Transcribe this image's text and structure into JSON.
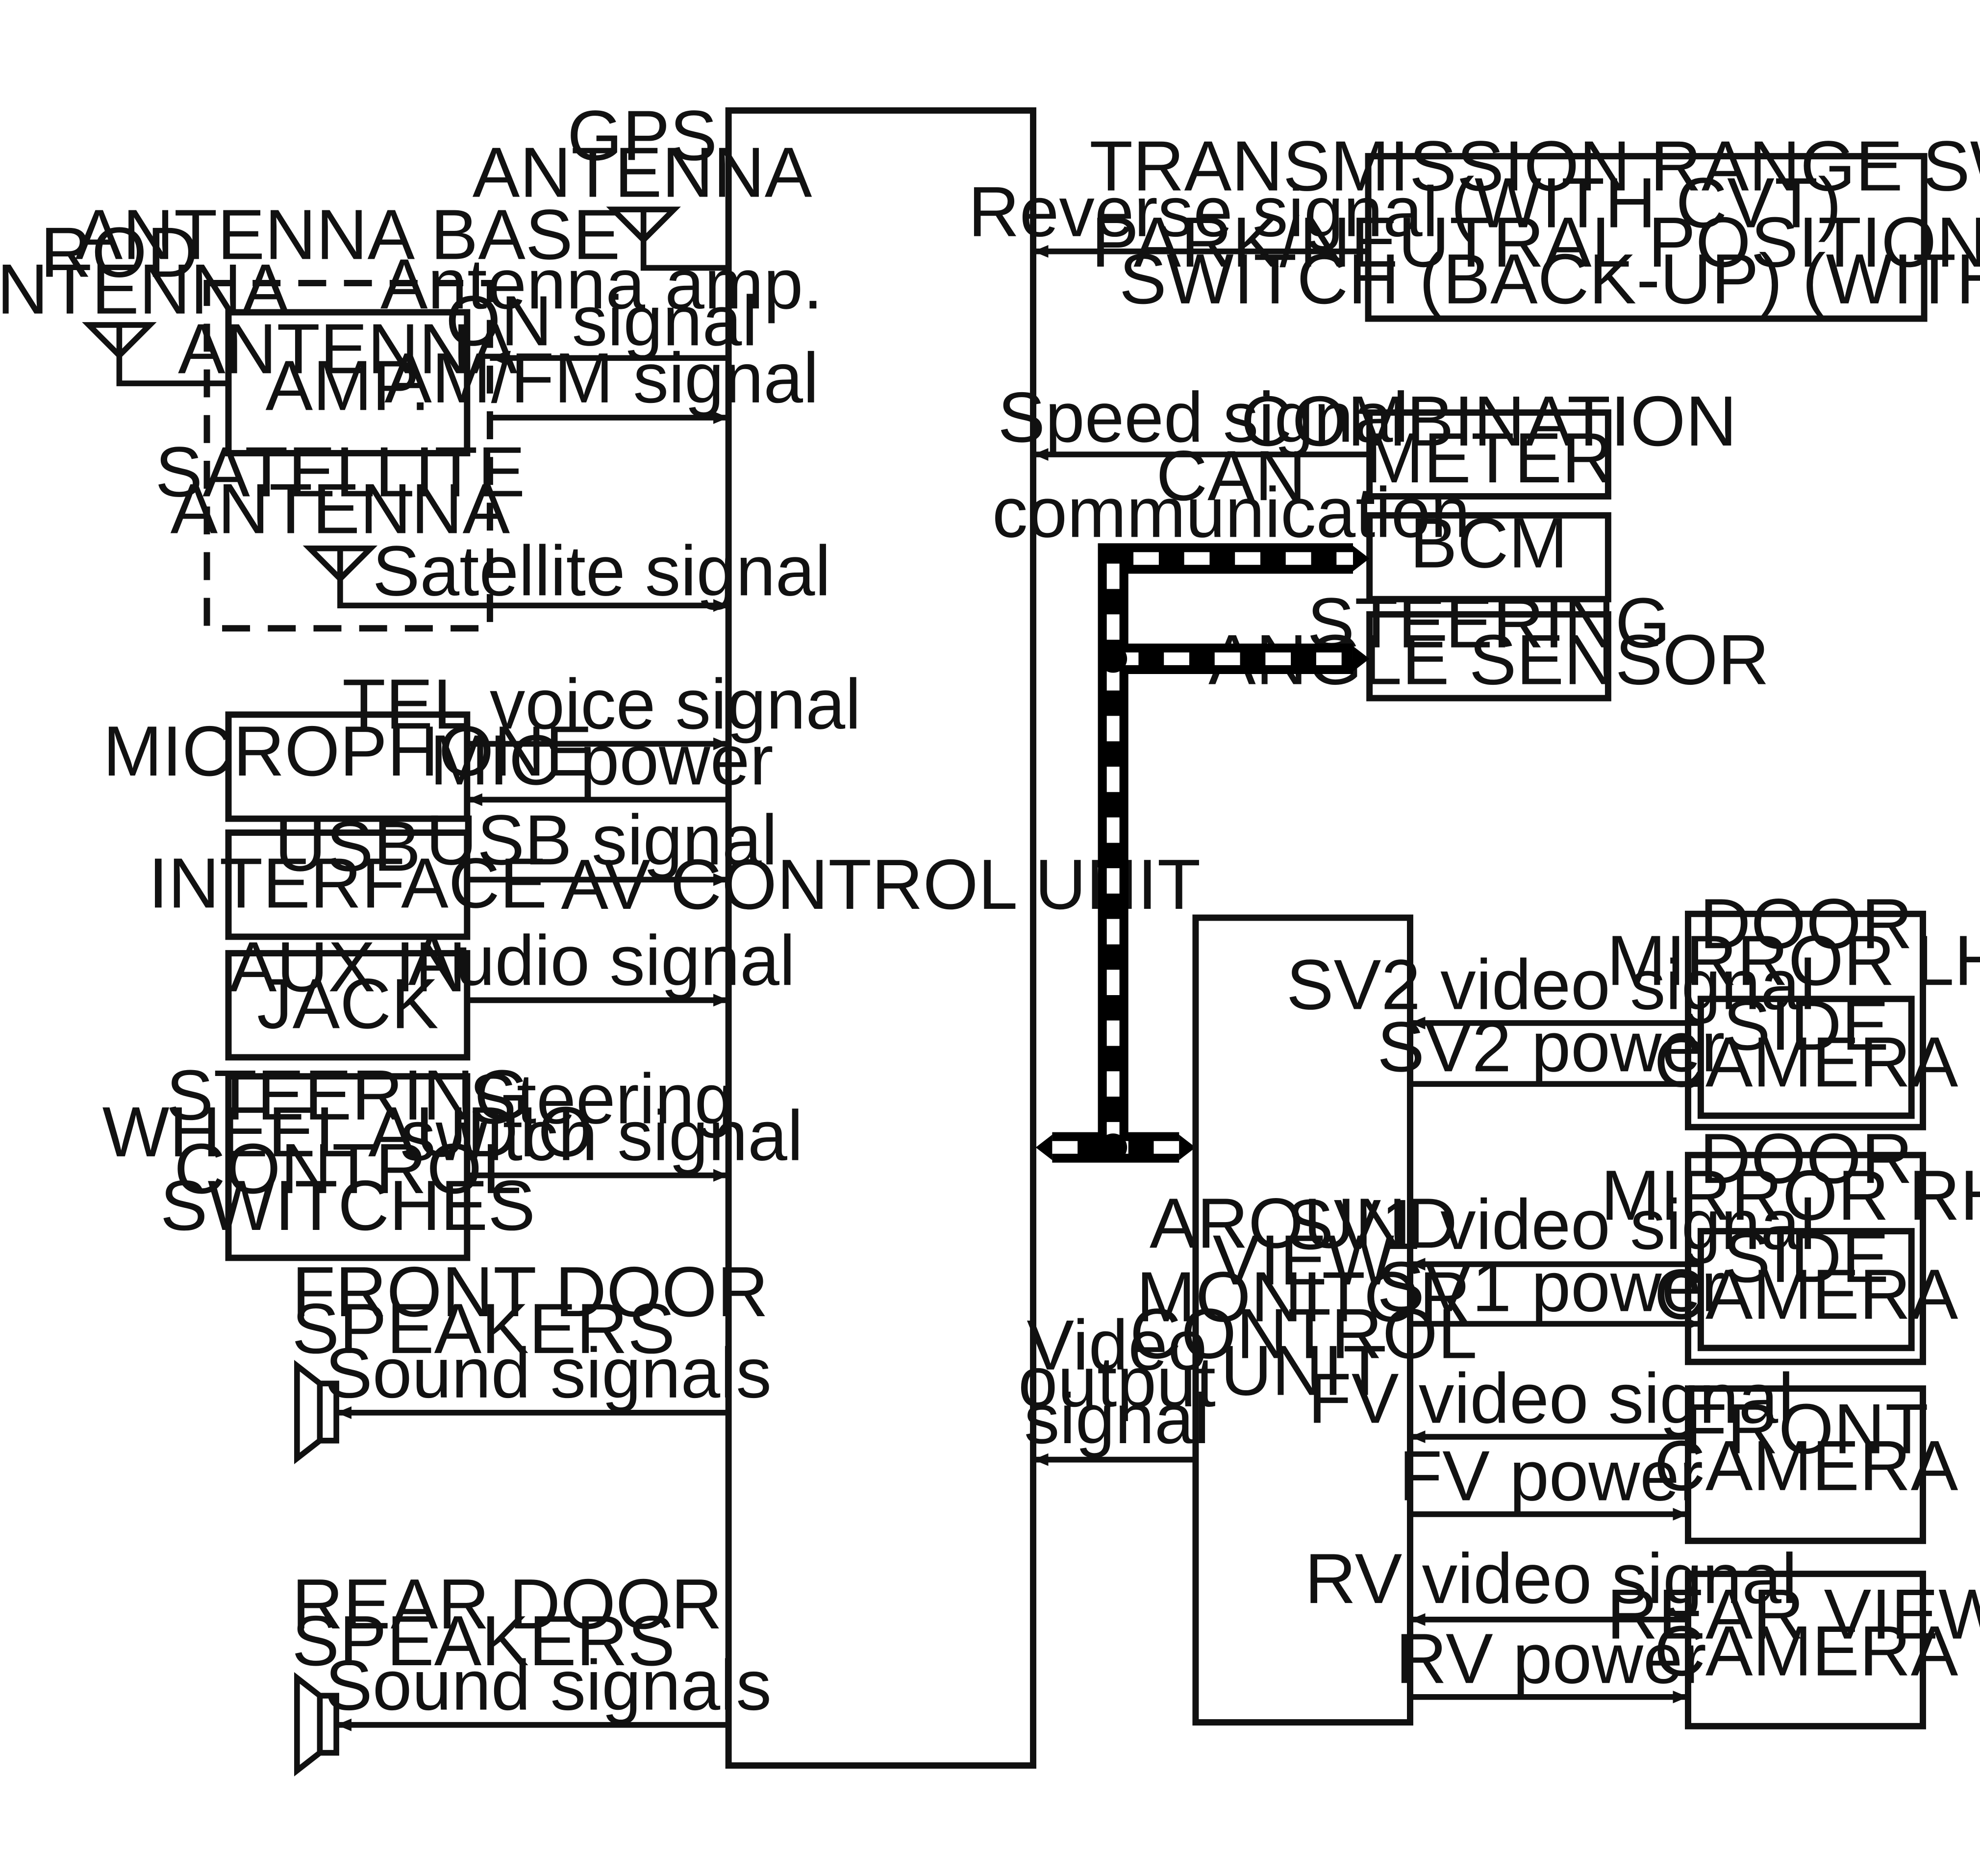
{
  "colors": {
    "line": "#111111",
    "background": "#ffffff"
  },
  "av_control_unit": "AV CONTROL UNIT",
  "gps_antenna": [
    "GPS",
    "ANTENNA"
  ],
  "rod_antenna": [
    "ROD",
    "ANTENNA"
  ],
  "antenna_base": "ANTENNA BASE",
  "antenna_amp": [
    "ANTENNA",
    "AMP."
  ],
  "satellite_antenna": [
    "SATELLITE",
    "ANTENNA"
  ],
  "microphone": "MICROPHONE",
  "usb_interface": [
    "USB",
    "INTERFACE"
  ],
  "aux_in_jack": [
    "AUX IN",
    "JACK"
  ],
  "steering_switches": [
    "STEERING",
    "WHEEL AUDIO",
    "CONTROL",
    "SWITCHES"
  ],
  "front_door_speakers": [
    "FRONT DOOR",
    "SPEAKERS"
  ],
  "rear_door_speakers": [
    "REAR DOOR",
    "SPEAKERS"
  ],
  "transmission_switch": [
    "TRANSMISSION RANGE SWITCH",
    "(WITH CVT)",
    "PARK/NEUTRAL POSITION (PNP)",
    "SWITCH (BACK-UP) (WITH M/T)"
  ],
  "combination_meter": [
    "COMBINATION",
    "METER"
  ],
  "bcm": "BCM",
  "steering_angle_sensor": [
    "STEERING",
    "ANGLE SENSOR"
  ],
  "around_view_unit": [
    "AROUND",
    "VIEW",
    "MONITOR",
    "CONTROL",
    "UNIT"
  ],
  "door_mirror_lh": [
    "DOOR",
    "MIRROR LH"
  ],
  "door_mirror_rh": [
    "DOOR",
    "MIRROR RH"
  ],
  "side_camera": [
    "SIDE",
    "CAMERA"
  ],
  "front_camera": [
    "FRONT",
    "CAMERA"
  ],
  "rear_view_camera": [
    "REAR VIEW",
    "CAMERA"
  ],
  "signals": {
    "antenna_amp_on": [
      "Antenna amp.",
      "ON signal"
    ],
    "am_fm": "AM/FM signal",
    "satellite": "Satellite signal",
    "tel_voice": "TEL voice signal",
    "mic_power": "MIC power",
    "usb": "USB signal",
    "audio": "Audio signal",
    "steering_switch": [
      "Steering",
      "switch signal"
    ],
    "sound_front": "Sound signals",
    "sound_rear": "Sound signals",
    "reverse": "Reverse signal",
    "speed": "Speed signal",
    "can": [
      "CAN",
      "communication"
    ],
    "video_output": [
      "Video",
      "output",
      "signal"
    ],
    "sv2_video": "SV2 video signal",
    "sv2_power": "SV2 power",
    "sv1_video": "SV1 video signal",
    "sv1_power": "SV1 power",
    "fv_video": "FV video signal",
    "fv_power": "FV power",
    "rv_video": "RV video signal",
    "rv_power": "RV power"
  }
}
